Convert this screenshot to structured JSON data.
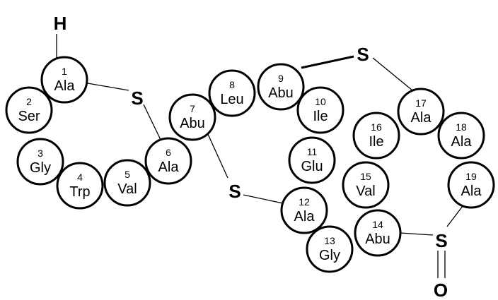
{
  "residues": [
    {
      "num": "1",
      "name": "Ala"
    },
    {
      "num": "2",
      "name": "Ser"
    },
    {
      "num": "3",
      "name": "Gly"
    },
    {
      "num": "4",
      "name": "Trp"
    },
    {
      "num": "5",
      "name": "Val"
    },
    {
      "num": "6",
      "name": "Ala"
    },
    {
      "num": "7",
      "name": "Abu"
    },
    {
      "num": "8",
      "name": "Leu"
    },
    {
      "num": "9",
      "name": "Abu"
    },
    {
      "num": "10",
      "name": "Ile"
    },
    {
      "num": "11",
      "name": "Glu"
    },
    {
      "num": "12",
      "name": "Ala"
    },
    {
      "num": "13",
      "name": "Gly"
    },
    {
      "num": "14",
      "name": "Abu"
    },
    {
      "num": "15",
      "name": "Val"
    },
    {
      "num": "16",
      "name": "Ile"
    },
    {
      "num": "17",
      "name": "Ala"
    },
    {
      "num": "18",
      "name": "Ala"
    },
    {
      "num": "19",
      "name": "Ala"
    }
  ],
  "atoms": {
    "h_terminus": "H",
    "sulfur_a": "S",
    "sulfur_b": "S",
    "sulfur_c": "S",
    "sulfur_d": "S",
    "oxygen": "O"
  }
}
